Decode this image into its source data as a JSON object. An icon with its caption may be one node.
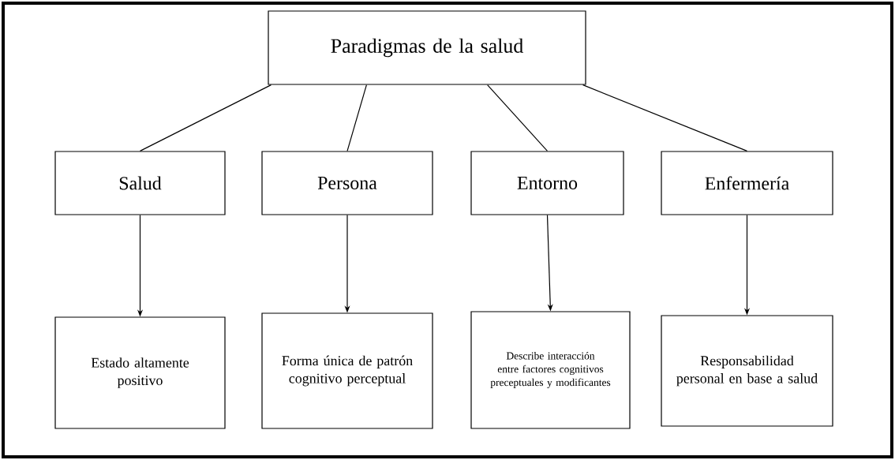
{
  "diagram": {
    "nodes": [
      {
        "text": [
          "Paradigmas de la salud"
        ]
      },
      {
        "text": [
          "Salud"
        ]
      },
      {
        "text": [
          "Persona"
        ]
      },
      {
        "text": [
          "Entorno"
        ]
      },
      {
        "text": [
          "Enfermería"
        ]
      },
      {
        "text": [
          "Estado altamente positivo"
        ]
      },
      {
        "text": [
          "Forma única de patrón cognitivo perceptual"
        ]
      },
      {
        "text": [
          "Describe interacción entre factores cognitivos preceptuales y modificantes"
        ]
      },
      {
        "text": [
          "Responsabilidad personal en base a salud"
        ]
      }
    ],
    "edges": [
      {
        "from": 0,
        "to": 1,
        "arrow": "none"
      },
      {
        "from": 0,
        "to": 2,
        "arrow": "none"
      },
      {
        "from": 0,
        "to": 3,
        "arrow": "none"
      },
      {
        "from": 0,
        "to": 4,
        "arrow": "none"
      },
      {
        "from": 1,
        "to": 5,
        "arrow": "to"
      },
      {
        "from": 2,
        "to": 6,
        "arrow": "to"
      },
      {
        "from": 3,
        "to": 7,
        "arrow": "to"
      },
      {
        "from": 4,
        "to": 8,
        "arrow": "to"
      }
    ]
  }
}
